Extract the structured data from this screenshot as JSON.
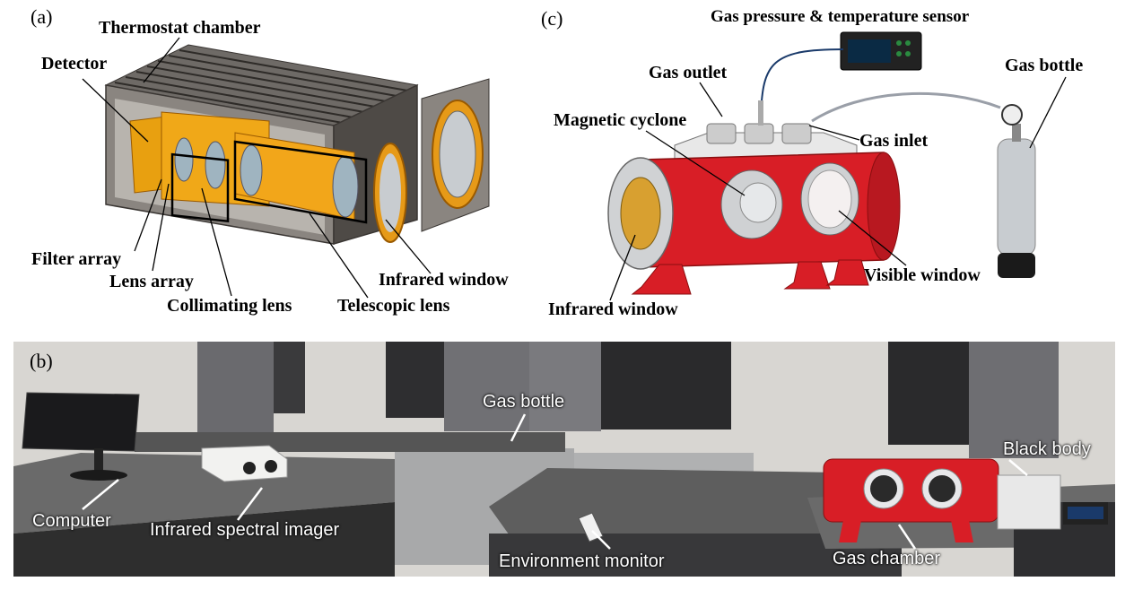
{
  "panel_a": {
    "id": "(a)",
    "labels": {
      "thermostat_chamber": "Thermostat chamber",
      "detector": "Detector",
      "filter_array": "Filter array",
      "lens_array": "Lens array",
      "collimating_lens": "Collimating lens",
      "telescopic_lens": "Telescopic lens",
      "infrared_window": "Infrared window"
    }
  },
  "panel_b": {
    "id": "(b)",
    "labels": {
      "gas_bottle": "Gas bottle",
      "computer": "Computer",
      "infrared_spectral_imager": "Infrared spectral imager",
      "environment_monitor": "Environment monitor",
      "gas_chamber": "Gas chamber",
      "black_body": "Black body"
    }
  },
  "panel_c": {
    "id": "(c)",
    "labels": {
      "gas_sensor": "Gas pressure & temperature sensor",
      "gas_outlet": "Gas outlet",
      "gas_bottle": "Gas bottle",
      "magnetic_cyclone": "Magnetic cyclone",
      "gas_inlet": "Gas inlet",
      "visible_window": "Visible window",
      "infrared_window": "Infrared window"
    }
  },
  "colors": {
    "orange_optics": "#e8a010",
    "chamber_red": "#d81e26",
    "housing_gray": "#5a5550",
    "photo_wall": "#d8d6d2",
    "photo_table": "#4a4a4a"
  }
}
